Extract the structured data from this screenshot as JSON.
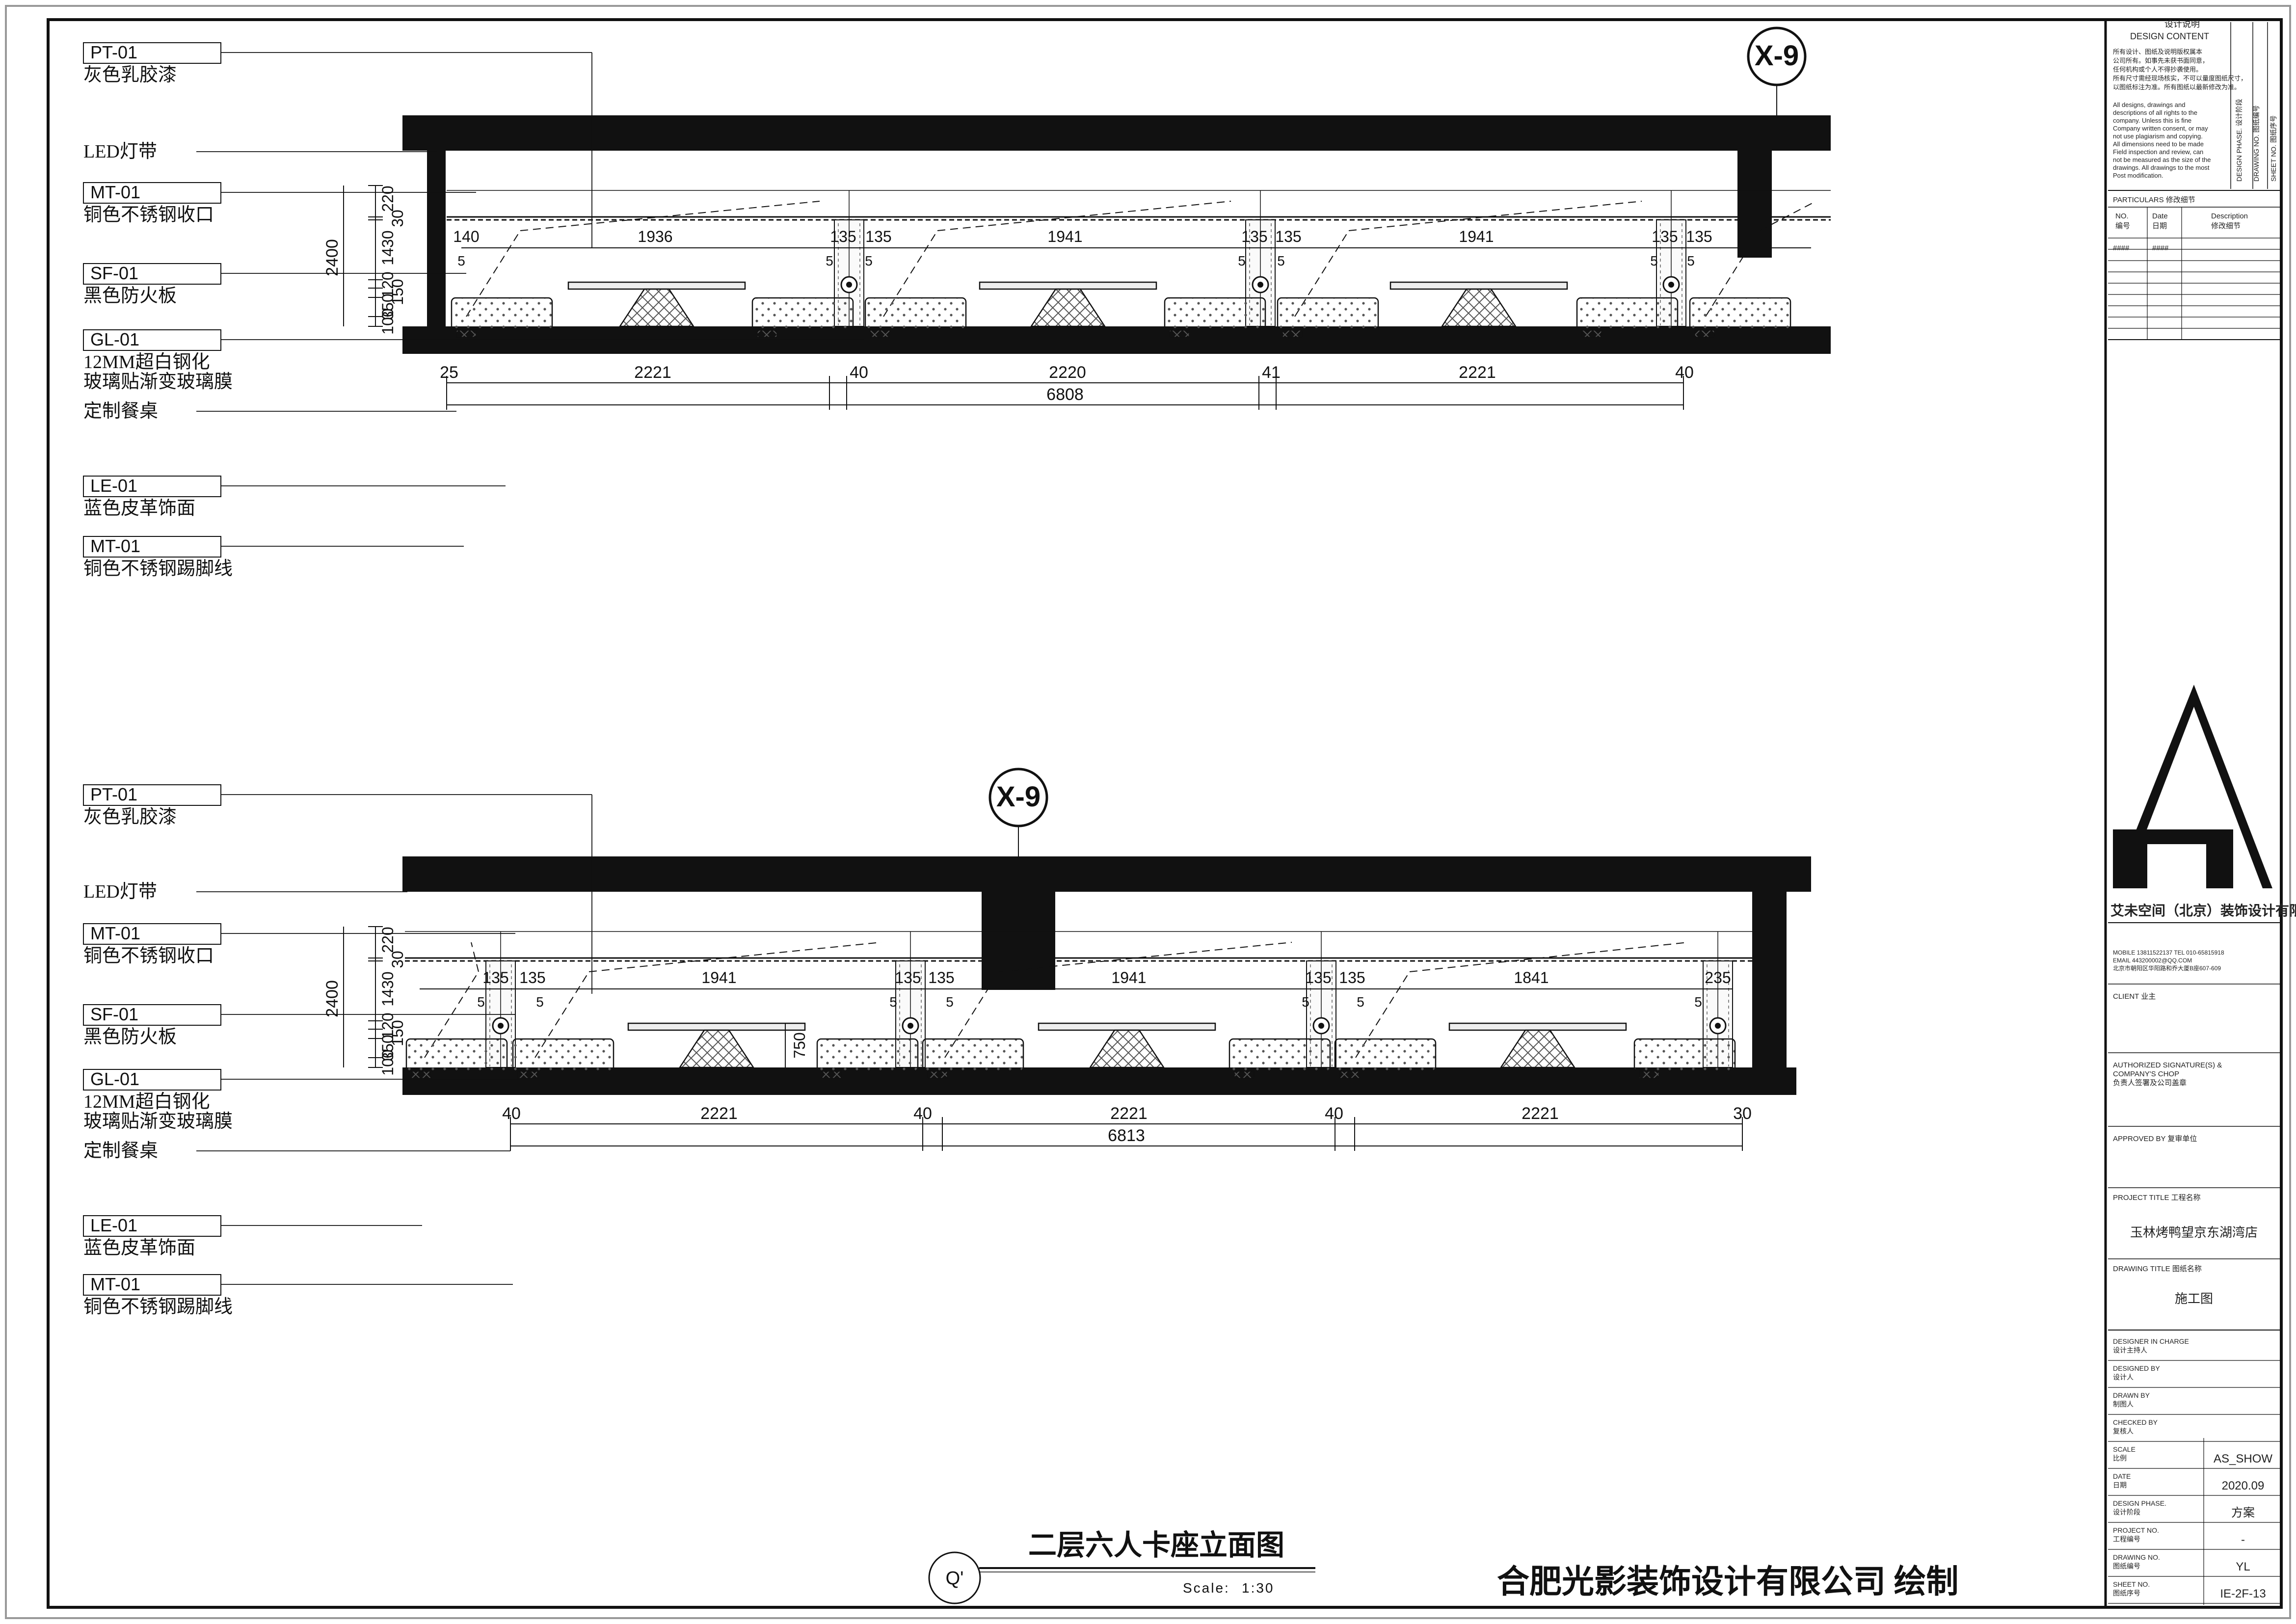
{
  "sheet": {
    "drawing_title": "二层六人卡座立面图",
    "scale_label": "Scale:",
    "scale_value": "1:30",
    "view_marker": "Q'",
    "producer": "合肥光影装饰设计有限公司 绘制"
  },
  "elevations": [
    {
      "grid_marker": "X-9",
      "labels": [
        {
          "code": "PT-01",
          "desc": [
            "灰色乳胶漆"
          ]
        },
        {
          "code": "",
          "desc": [
            "LED灯带"
          ]
        },
        {
          "code": "MT-01",
          "desc": [
            "铜色不锈钢收口"
          ]
        },
        {
          "code": "SF-01",
          "desc": [
            "黑色防火板"
          ]
        },
        {
          "code": "GL-01",
          "desc": [
            "12MM超白钢化",
            "玻璃贴渐变玻璃膜"
          ]
        },
        {
          "code": "",
          "desc": [
            "定制餐桌"
          ]
        },
        {
          "code": "LE-01",
          "desc": [
            "蓝色皮革饰面"
          ]
        },
        {
          "code": "MT-01",
          "desc": [
            "铜色不锈钢踢脚线"
          ]
        }
      ],
      "height_dims": [
        "220",
        "30",
        "1430",
        "120",
        "150",
        "350",
        "100"
      ],
      "total_height": "2400",
      "top_dims": [
        "140",
        "1936",
        "135",
        "135",
        "1941",
        "135",
        "135",
        "1941",
        "135",
        "135"
      ],
      "small_marks": [
        "5",
        "5",
        "5",
        "5",
        "5",
        "5",
        "5"
      ],
      "bottom_dims": [
        "25",
        "2221",
        "40",
        "2220",
        "41",
        "2221",
        "40"
      ],
      "overall": "6808"
    },
    {
      "grid_marker": "X-9",
      "labels": [
        {
          "code": "PT-01",
          "desc": [
            "灰色乳胶漆"
          ]
        },
        {
          "code": "",
          "desc": [
            "LED灯带"
          ]
        },
        {
          "code": "MT-01",
          "desc": [
            "铜色不锈钢收口"
          ]
        },
        {
          "code": "SF-01",
          "desc": [
            "黑色防火板"
          ]
        },
        {
          "code": "GL-01",
          "desc": [
            "12MM超白钢化",
            "玻璃贴渐变玻璃膜"
          ]
        },
        {
          "code": "",
          "desc": [
            "定制餐桌"
          ]
        },
        {
          "code": "LE-01",
          "desc": [
            "蓝色皮革饰面"
          ]
        },
        {
          "code": "MT-01",
          "desc": [
            "铜色不锈钢踢脚线"
          ]
        }
      ],
      "height_dims": [
        "220",
        "30",
        "1430",
        "120",
        "150",
        "350",
        "100"
      ],
      "total_height": "2400",
      "table_height": "750",
      "top_dims": [
        "135",
        "135",
        "1941",
        "135",
        "135",
        "1941",
        "135",
        "135",
        "1841",
        "235"
      ],
      "small_marks": [
        "5",
        "5",
        "5",
        "5",
        "5",
        "5",
        "5"
      ],
      "bottom_dims": [
        "40",
        "2221",
        "40",
        "2221",
        "40",
        "2221",
        "30"
      ],
      "overall": "6813"
    }
  ],
  "title_block": {
    "design_content_cn": "设计说明",
    "design_content_en": "DESIGN CONTENT",
    "notes_cn": [
      "所有设计、图纸及说明版权属本",
      "公司所有。如事先未获书面同意，",
      "任何机构或个人不得抄袭使用。",
      "所有尺寸需经现场核实，不可以量度图纸尺寸，",
      "以图纸标注为准。所有图纸以最新修改为准。"
    ],
    "notes_en": [
      "All designs, drawings and",
      "descriptions of all rights to the",
      "company. Unless this is fine",
      "Company written consent, or may",
      "not use plagiarism and copying.",
      "All dimensions need to be made",
      "Field inspection and review, can",
      "not be measured as the size of the",
      "drawings. All drawings to the most",
      "Post modification."
    ],
    "vertical_fields": [
      "DESIGN PHASE. 设计阶段",
      "DRAWING NO. 图纸编号",
      "SHEET NO. 图纸序号"
    ],
    "particulars": "PARTICULARS  修改细节",
    "revision_header": [
      "NO.",
      "Date",
      "Description"
    ],
    "revision_header_cn": [
      "编号",
      "日期",
      "修改细节"
    ],
    "revision_row": [
      "####",
      "####"
    ],
    "company": "艾未空间（北京）装饰设计有限公司",
    "contact": [
      "MOBILE  13811522137        TEL  010-65815918",
      "EMAIL  443200002@QQ.COM",
      "北京市朝阳区华阳路和乔大厦B座607-609"
    ],
    "client": "CLIENT  业主",
    "authorized": [
      "AUTHORIZED SIGNATURE(S) &",
      "COMPANY'S CHOP",
      "负责人签署及公司盖章"
    ],
    "approved": "APPROVED BY  复审单位",
    "project_title": "PROJECT TITLE    工程名称",
    "project_name": "玉林烤鸭望京东湖湾店",
    "drawing_title_label": "DRAWING TITLE   图纸名称",
    "drawing_title_value": "施工图",
    "fields": [
      {
        "en": "DESIGNER IN CHARGE",
        "cn": "设计主持人",
        "value": ""
      },
      {
        "en": "DESIGNED BY",
        "cn": "设计人",
        "value": ""
      },
      {
        "en": "DRAWN BY",
        "cn": "制图人",
        "value": ""
      },
      {
        "en": "CHECKED BY",
        "cn": "复核人",
        "value": ""
      },
      {
        "en": "SCALE",
        "cn": "比例",
        "value": "AS_SHOW"
      },
      {
        "en": "DATE",
        "cn": "日期",
        "value": "2020.09"
      },
      {
        "en": "DESIGN PHASE.",
        "cn": "设计阶段",
        "value": "方案"
      },
      {
        "en": "PROJECT NO.",
        "cn": "工程编号",
        "value": "-"
      },
      {
        "en": "DRAWING NO.",
        "cn": "图纸编号",
        "value": "YL"
      },
      {
        "en": "SHEET NO.",
        "cn": "图纸序号",
        "value": "IE-2F-13"
      }
    ]
  }
}
